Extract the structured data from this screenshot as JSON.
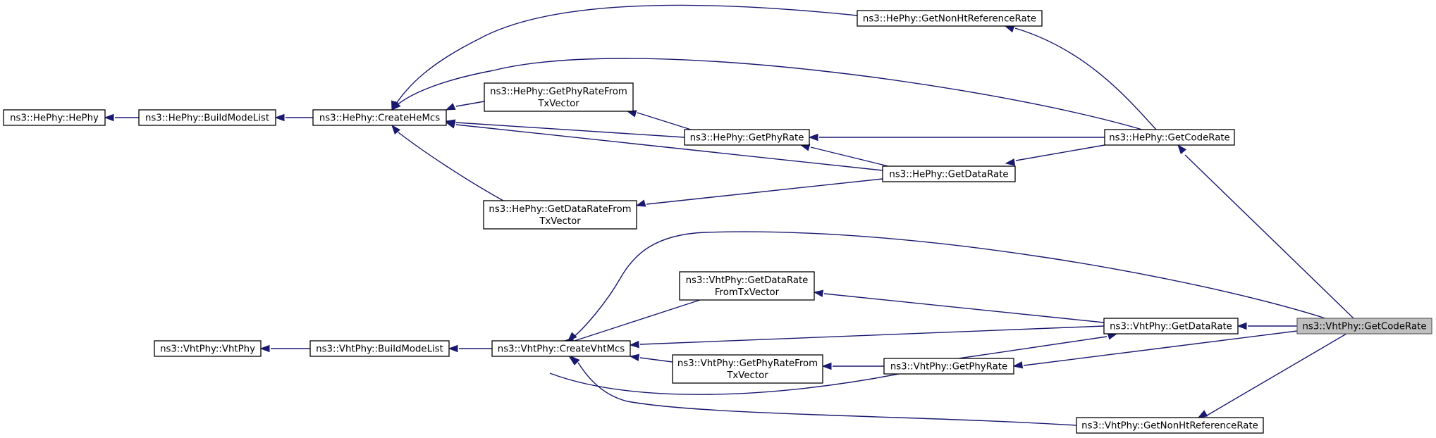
{
  "graph": {
    "root": "vht_getcoderate",
    "edge_color": "#191970",
    "root_fill": "#bfbfbf",
    "nodes": [
      {
        "id": "he_hephy",
        "lines": [
          "ns3::HePhy::HePhy"
        ]
      },
      {
        "id": "he_buildmodelist",
        "lines": [
          "ns3::HePhy::BuildModeList"
        ]
      },
      {
        "id": "he_createhemcs",
        "lines": [
          "ns3::HePhy::CreateHeMcs"
        ]
      },
      {
        "id": "he_getnonhtref",
        "lines": [
          "ns3::HePhy::GetNonHtReferenceRate"
        ]
      },
      {
        "id": "he_getphyratefromtx",
        "lines": [
          "ns3::HePhy::GetPhyRateFrom",
          "TxVector"
        ]
      },
      {
        "id": "he_getphyrate",
        "lines": [
          "ns3::HePhy::GetPhyRate"
        ]
      },
      {
        "id": "he_getdatarate",
        "lines": [
          "ns3::HePhy::GetDataRate"
        ]
      },
      {
        "id": "he_getdataratefromtx",
        "lines": [
          "ns3::HePhy::GetDataRateFrom",
          "TxVector"
        ]
      },
      {
        "id": "he_getcoderate",
        "lines": [
          "ns3::HePhy::GetCodeRate"
        ]
      },
      {
        "id": "vht_vhtphy",
        "lines": [
          "ns3::VhtPhy::VhtPhy"
        ]
      },
      {
        "id": "vht_buildmodelist",
        "lines": [
          "ns3::VhtPhy::BuildModeList"
        ]
      },
      {
        "id": "vht_createvhtmcs",
        "lines": [
          "ns3::VhtPhy::CreateVhtMcs"
        ]
      },
      {
        "id": "vht_getdataratefromtx",
        "lines": [
          "ns3::VhtPhy::GetDataRate",
          "FromTxVector"
        ]
      },
      {
        "id": "vht_getphyratefromtx",
        "lines": [
          "ns3::VhtPhy::GetPhyRateFrom",
          "TxVector"
        ]
      },
      {
        "id": "vht_getdatarate",
        "lines": [
          "ns3::VhtPhy::GetDataRate"
        ]
      },
      {
        "id": "vht_getphyrate",
        "lines": [
          "ns3::VhtPhy::GetPhyRate"
        ]
      },
      {
        "id": "vht_getnonhtref",
        "lines": [
          "ns3::VhtPhy::GetNonHtReferenceRate"
        ]
      },
      {
        "id": "vht_getcoderate",
        "lines": [
          "ns3::VhtPhy::GetCodeRate"
        ]
      }
    ],
    "edges": [
      {
        "from": "he_buildmodelist",
        "to": "he_hephy"
      },
      {
        "from": "he_createhemcs",
        "to": "he_buildmodelist"
      },
      {
        "from": "he_getnonhtref",
        "to": "he_createhemcs"
      },
      {
        "from": "he_getcoderate",
        "to": "he_createhemcs"
      },
      {
        "from": "he_getphyratefromtx",
        "to": "he_createhemcs"
      },
      {
        "from": "he_getphyrate",
        "to": "he_createhemcs"
      },
      {
        "from": "he_getdatarate",
        "to": "he_createhemcs"
      },
      {
        "from": "he_getdataratefromtx",
        "to": "he_createhemcs"
      },
      {
        "from": "he_getphyrate",
        "to": "he_getphyratefromtx"
      },
      {
        "from": "he_getdatarate",
        "to": "he_getphyrate"
      },
      {
        "from": "he_getcoderate",
        "to": "he_getphyrate"
      },
      {
        "from": "he_getdatarate",
        "to": "he_getdataratefromtx"
      },
      {
        "from": "he_getcoderate",
        "to": "he_getnonhtref"
      },
      {
        "from": "he_getcoderate",
        "to": "he_getdatarate"
      },
      {
        "from": "vht_getcoderate",
        "to": "he_getcoderate"
      },
      {
        "from": "vht_buildmodelist",
        "to": "vht_vhtphy"
      },
      {
        "from": "vht_createvhtmcs",
        "to": "vht_buildmodelist"
      },
      {
        "from": "vht_getdataratefromtx",
        "to": "vht_createvhtmcs"
      },
      {
        "from": "vht_getdatarate",
        "to": "vht_createvhtmcs"
      },
      {
        "from": "vht_getphyratefromtx",
        "to": "vht_createvhtmcs"
      },
      {
        "from": "vht_getphyrate",
        "to": "vht_createvhtmcs"
      },
      {
        "from": "vht_getnonhtref",
        "to": "vht_createvhtmcs"
      },
      {
        "from": "vht_getcoderate",
        "to": "vht_createvhtmcs"
      },
      {
        "from": "vht_getdatarate",
        "to": "vht_getdataratefromtx"
      },
      {
        "from": "vht_getphyrate",
        "to": "vht_getphyratefromtx"
      },
      {
        "from": "vht_getphyrate",
        "to": "vht_getdatarate"
      },
      {
        "from": "vht_getcoderate",
        "to": "vht_getdatarate"
      },
      {
        "from": "vht_getcoderate",
        "to": "vht_getphyrate"
      },
      {
        "from": "vht_getcoderate",
        "to": "vht_getnonhtref"
      }
    ]
  }
}
